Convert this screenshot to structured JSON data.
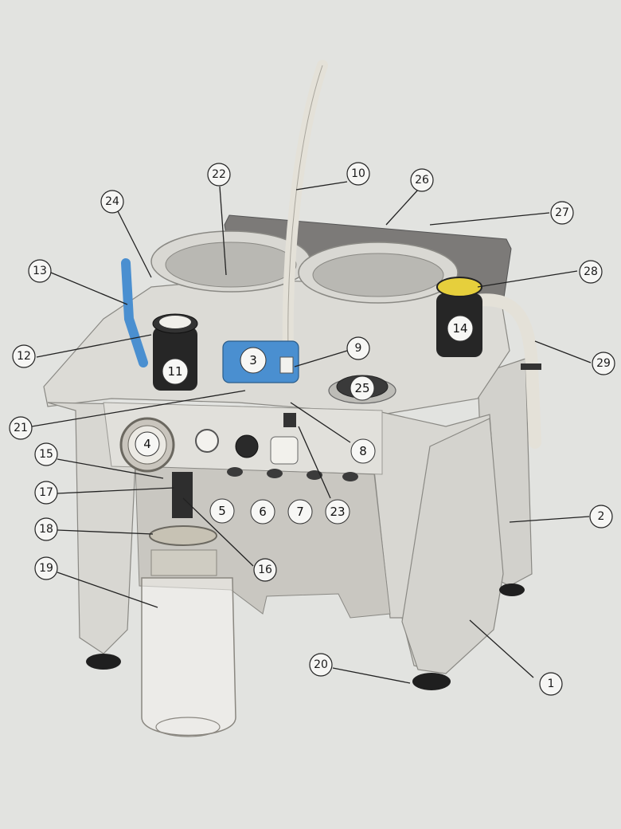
{
  "callouts": [
    {
      "num": "1"
    },
    {
      "num": "2"
    },
    {
      "num": "3"
    },
    {
      "num": "4"
    },
    {
      "num": "5"
    },
    {
      "num": "6"
    },
    {
      "num": "7"
    },
    {
      "num": "8"
    },
    {
      "num": "9"
    },
    {
      "num": "10"
    },
    {
      "num": "11"
    },
    {
      "num": "12"
    },
    {
      "num": "13"
    },
    {
      "num": "14"
    },
    {
      "num": "15"
    },
    {
      "num": "16"
    },
    {
      "num": "17"
    },
    {
      "num": "18"
    },
    {
      "num": "19"
    },
    {
      "num": "20"
    },
    {
      "num": "21"
    },
    {
      "num": "22"
    },
    {
      "num": "23"
    },
    {
      "num": "24"
    },
    {
      "num": "25"
    },
    {
      "num": "26"
    },
    {
      "num": "27"
    },
    {
      "num": "28"
    },
    {
      "num": "29"
    }
  ],
  "colors": {
    "page": "#e2e3e0",
    "body": "#dcdbd6",
    "body_shade": "#c9c7c1",
    "back_plate": "#7c7a78",
    "dark_part": "#232323",
    "blue_part": "#4a8fd0",
    "yellow_cap": "#e6cf3c",
    "tube": "#e4e1d8"
  }
}
